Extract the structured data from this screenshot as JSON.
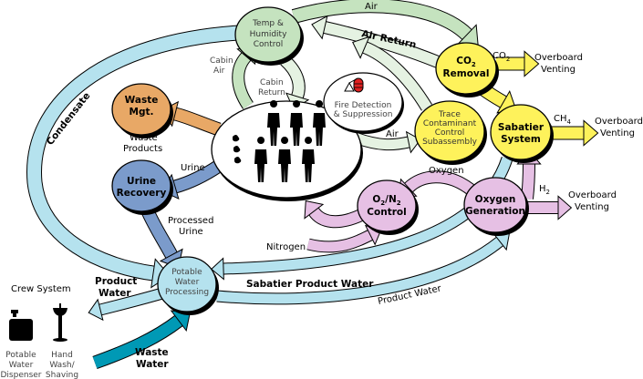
{
  "colors": {
    "air_green": "#c5e3bf",
    "air_return_green": "#e5f2e2",
    "water_blue": "#b5e2ee",
    "waste_water": "#0099b5",
    "urine_blue": "#7b9bcb",
    "waste_orange": "#e8a866",
    "yellow": "#fef25b",
    "pink": "#e6c0e4",
    "fire_red": "#e02020"
  },
  "nodes": {
    "temp_humidity": [
      "Temp &",
      "Humidity",
      "Control"
    ],
    "waste_mgt": [
      "Waste",
      "Mgt."
    ],
    "urine_recovery": [
      "Urine",
      "Recovery"
    ],
    "fire": [
      "Fire Detection",
      "& Suppression"
    ],
    "co2_removal": [
      "CO",
      "2",
      "Removal"
    ],
    "trace": [
      "Trace",
      "Contaminant",
      "Control",
      "Subassembly"
    ],
    "sabatier": [
      "Sabatier",
      "System"
    ],
    "o2n2": [
      "O",
      "2",
      "/N",
      "2",
      "Control"
    ],
    "oxygen_gen": [
      "Oxygen",
      "Generation"
    ],
    "potable": [
      "Potable",
      "Water",
      "Processing"
    ]
  },
  "labels": {
    "condensate": "Condensate",
    "air_top": "Air",
    "air_return": "Air Return",
    "cabin_air": [
      "Cabin",
      "Air"
    ],
    "cabin_return": [
      "Cabin",
      "Return"
    ],
    "waste_products": [
      "Waste",
      "Products"
    ],
    "urine": "Urine",
    "processed_urine": [
      "Processed",
      "Urine"
    ],
    "air_trace": "Air",
    "co2": [
      "CO",
      "2"
    ],
    "ch4": [
      "CH",
      "4"
    ],
    "h2": [
      "H",
      "2"
    ],
    "overboard_1": [
      "Overboard",
      "Venting"
    ],
    "overboard_2": [
      "Overboard",
      "Venting"
    ],
    "overboard_3": [
      "Overboard",
      "Venting"
    ],
    "oxygen": "Oxygen",
    "nitrogen": "Nitrogen",
    "sabatier_water": "Sabatier  Product  Water",
    "product_water_bottom": "Product Water",
    "product_water_left": [
      "Product",
      "Water"
    ],
    "waste_water": [
      "Waste",
      "Water"
    ],
    "crew_system": "Crew System",
    "potable_dispenser": [
      "Potable",
      "Water",
      "Dispenser"
    ],
    "hand_wash": [
      "Hand",
      "Wash/",
      "Shaving"
    ]
  }
}
